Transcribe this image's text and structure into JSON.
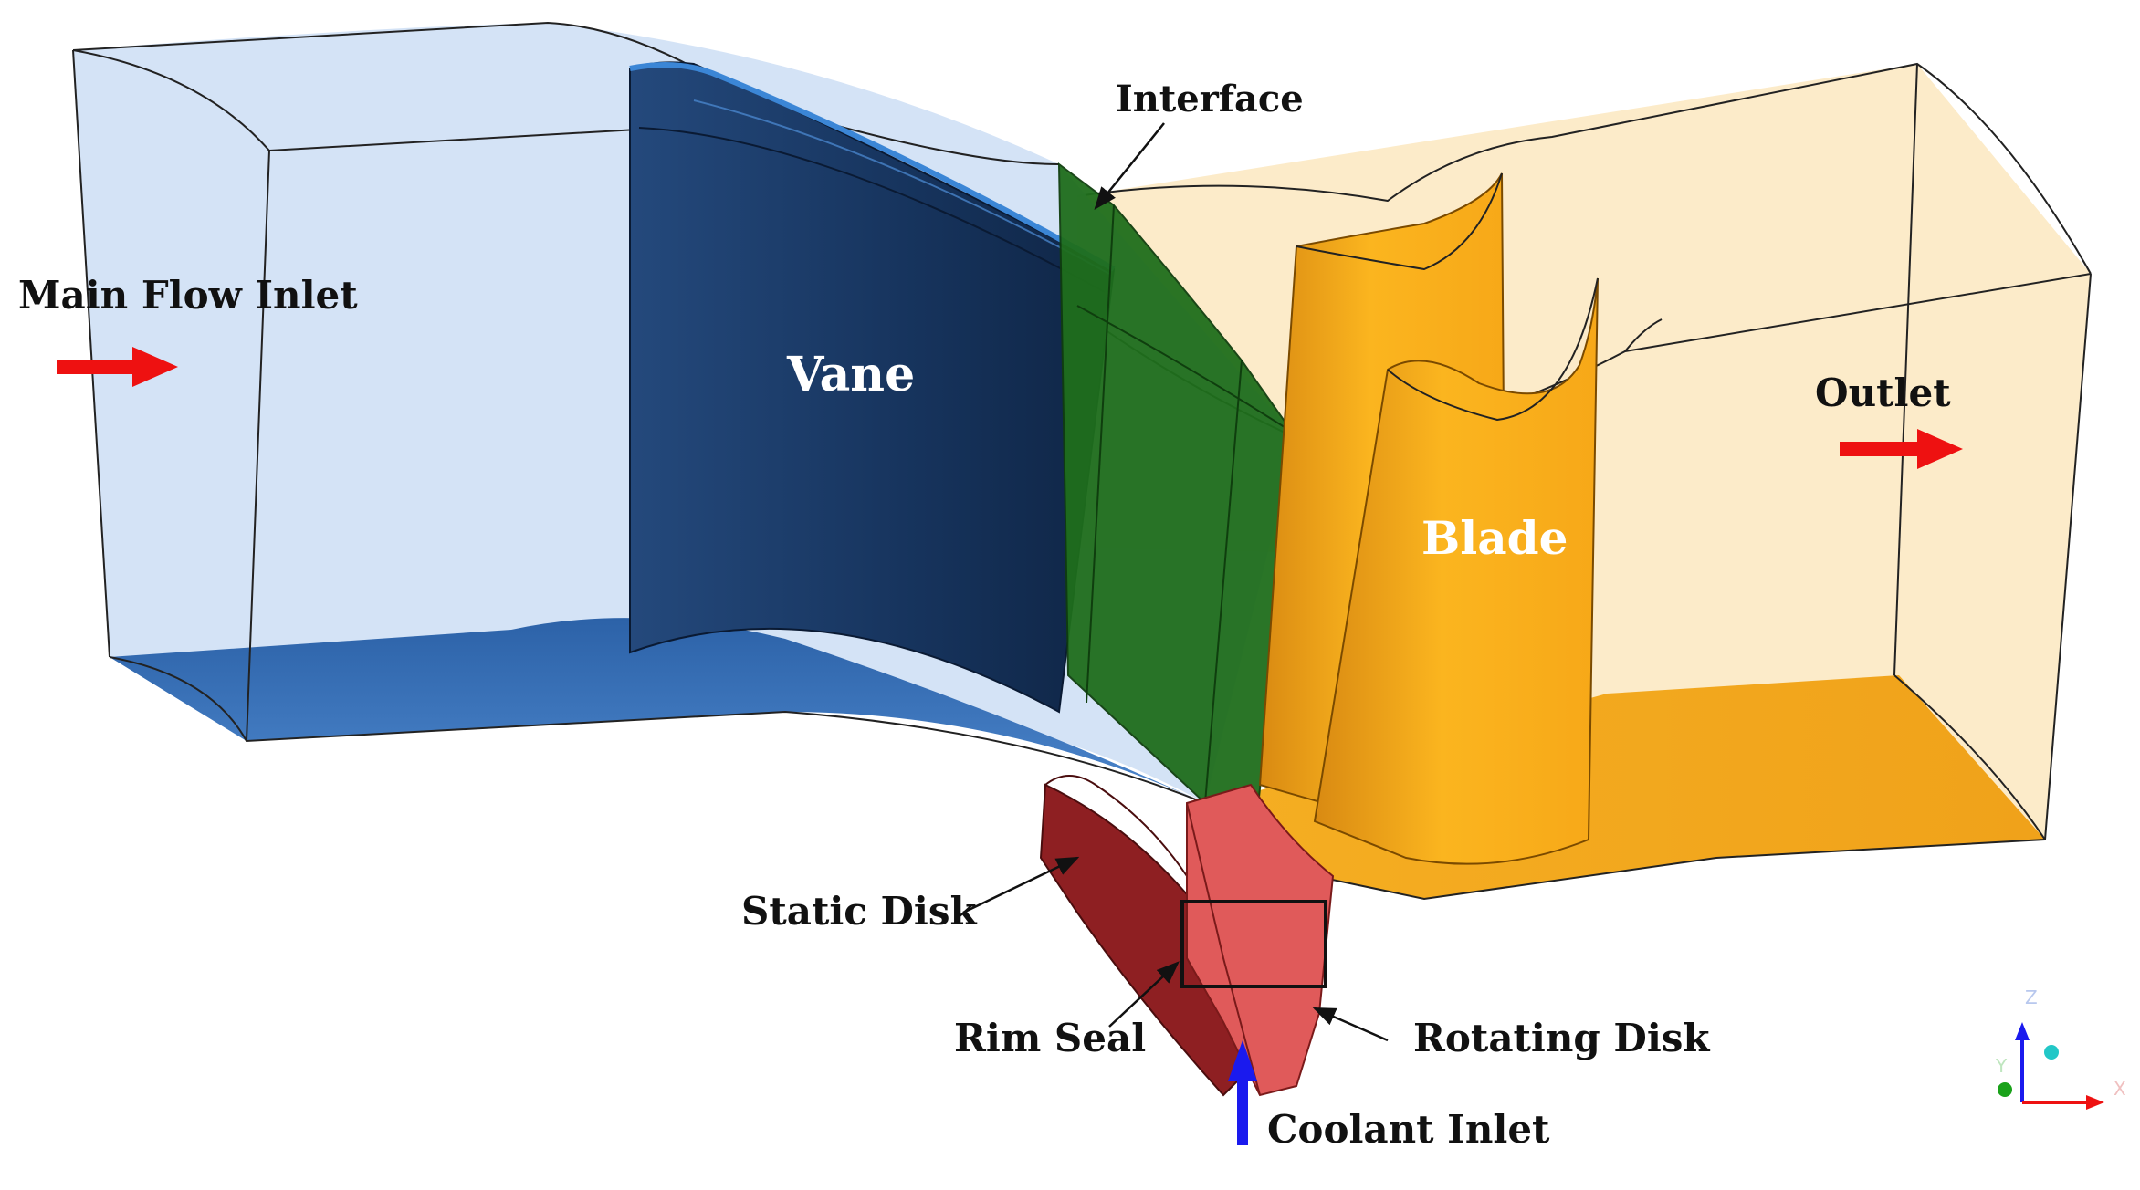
{
  "labels": {
    "main_flow_inlet": "Main Flow Inlet",
    "vane": "Vane",
    "interface": "Interface",
    "blade": "Blade",
    "outlet": "Outlet",
    "static_disk": "Static Disk",
    "rim_seal": "Rim Seal",
    "rotating_disk": "Rotating Disk",
    "coolant_inlet": "Coolant Inlet"
  },
  "axes_triad": {
    "z": "Z",
    "y": "Y",
    "x": "X"
  },
  "colors": {
    "flow_arrow": "#ee1111",
    "coolant_arrow": "#1a1aee",
    "vane_domain": "#d2e2f6",
    "vane_hub": "#3f76bd",
    "vane": "#1a3a66",
    "interface": "#1f6e1c",
    "blade_domain": "#fcebc9",
    "blade": "#f2a21c",
    "disk": "#e05a5a"
  }
}
